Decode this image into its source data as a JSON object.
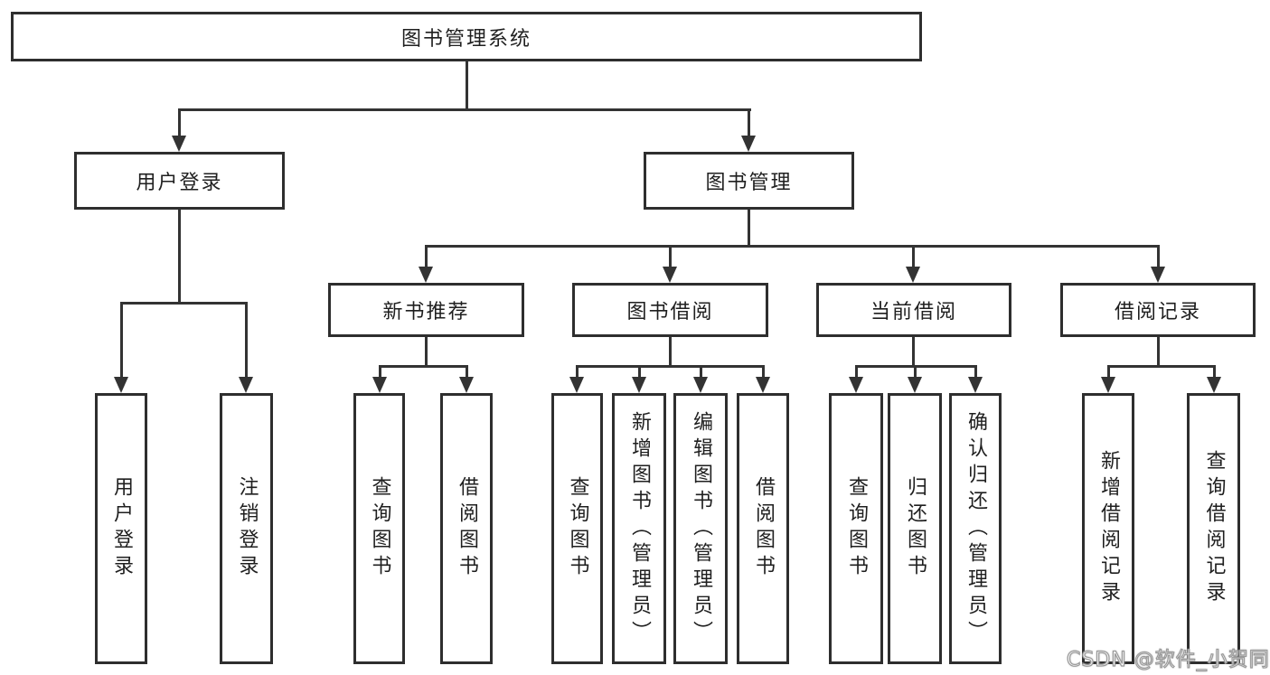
{
  "title": "图书管理系统",
  "watermark": "CSDN @软件_小贺同学",
  "colors": {
    "line": "#333333",
    "box_border": "#2e2e2e",
    "text": "#1f1f1f",
    "background": "#ffffff",
    "watermark": "#9a9a9a"
  },
  "tree": {
    "root": "图书管理系统",
    "user_login": {
      "label": "用户登录",
      "children": [
        "用户登录",
        "注销登录"
      ]
    },
    "book_mgmt": {
      "label": "图书管理",
      "sections": {
        "new_book": {
          "label": "新书推荐",
          "children": [
            "查询图书",
            "借阅图书"
          ]
        },
        "borrow": {
          "label": "图书借阅",
          "children": [
            "查询图书",
            "新增图书（管理员）",
            "编辑图书（管理员）",
            "借阅图书"
          ]
        },
        "current": {
          "label": "当前借阅",
          "children": [
            "查询图书",
            "归还图书",
            "确认归还（管理员）"
          ]
        },
        "record": {
          "label": "借阅记录",
          "children": [
            "新增借阅记录",
            "查询借阅记录"
          ]
        }
      }
    }
  }
}
